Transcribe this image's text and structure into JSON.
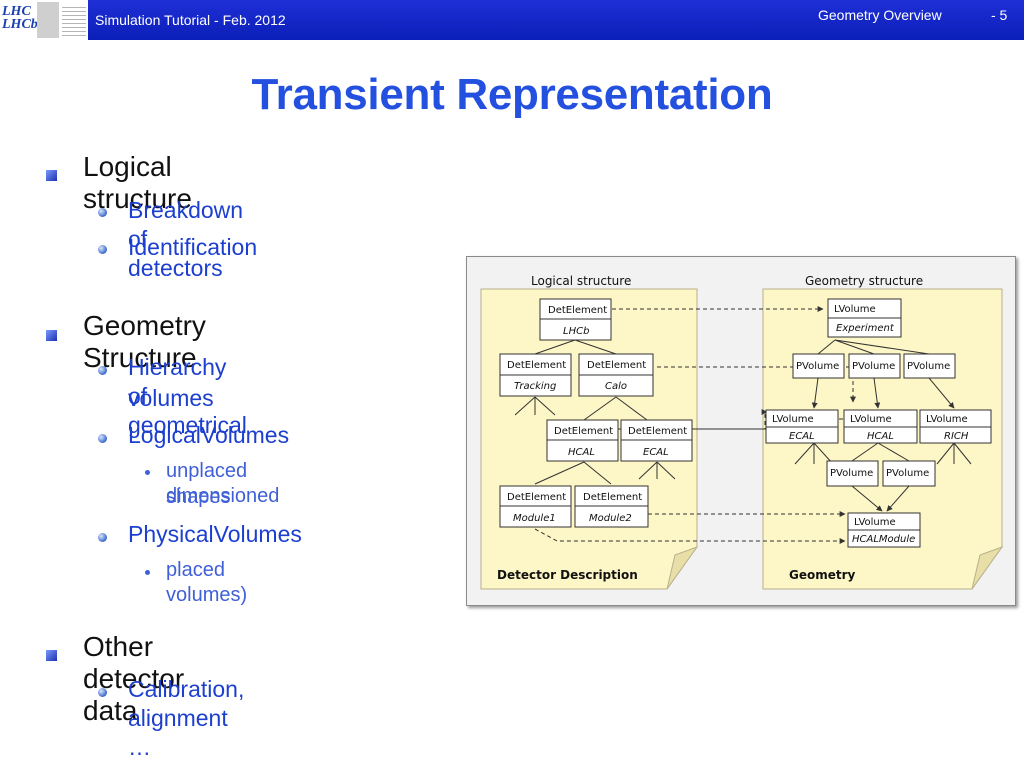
{
  "header": {
    "logo_text_line1": "LHC",
    "logo_text_line2": "LHCb",
    "title": "Simulation Tutorial - Feb. 2012",
    "section": "Geometry Overview",
    "page": "- 5"
  },
  "slide": {
    "title": "Transient Representation",
    "bullets": {
      "b1": "Logical structure",
      "b1_1": "Breakdown of detectors",
      "b1_2": "Identification",
      "b2": "Geometry Structure",
      "b2_1_l1": "Hierarchy of geometrical",
      "b2_1_l2": "volumes",
      "b2_2": "LogicalVolumes",
      "b2_2_1_l1": "unplaced dimensioned",
      "b2_2_1_l2": "shapes",
      "b2_3": "PhysicalVolumes",
      "b2_3_1": "placed volumes)",
      "b3": "Other detector data",
      "b3_1": "Calibration, alignment …"
    }
  },
  "diagram": {
    "left_title": "Logical structure",
    "right_title": "Geometry structure",
    "left_footer": "Detector Description",
    "right_footer": "Geometry",
    "det_label": "DetElement",
    "lvol_label": "LVolume",
    "pvol_label": "PVolume",
    "det_lhcb": "LHCb",
    "det_tracking": "Tracking",
    "det_calo": "Calo",
    "det_hcal": "HCAL",
    "det_ecal": "ECAL",
    "det_module1": "Module1",
    "det_module2": "Module2",
    "lv_experiment": "Experiment",
    "lv_ecal": "ECAL",
    "lv_hcal": "HCAL",
    "lv_rich": "RICH",
    "lv_hcalmodule": "HCALModule",
    "colors": {
      "paper": "#fdf6c6",
      "box_fill": "#ffffff",
      "line": "#333333"
    }
  }
}
